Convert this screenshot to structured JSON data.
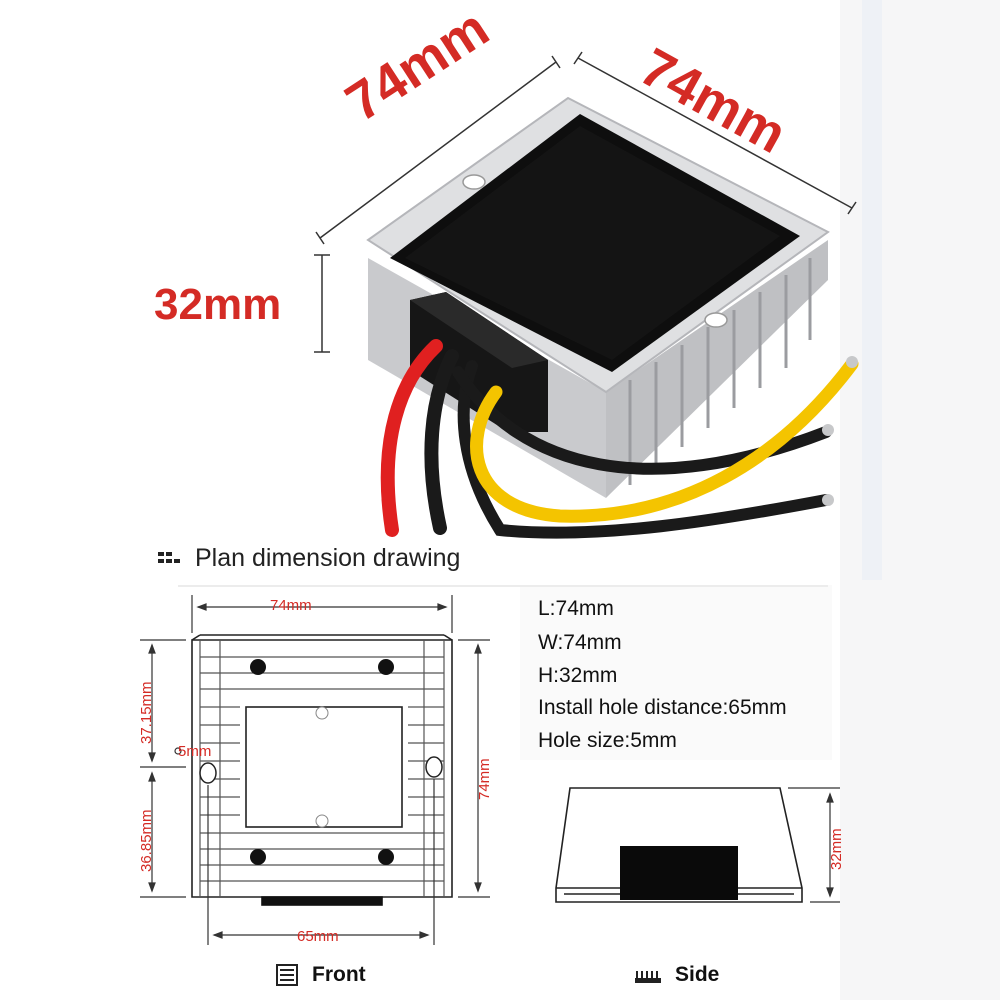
{
  "product_photo": {
    "length_label": "74mm",
    "width_label": "74mm",
    "height_label": "32mm",
    "wire_colors": [
      "#e02020",
      "#1a1a1a",
      "#1a1a1a",
      "#f4c400"
    ]
  },
  "plan": {
    "title": "Plan dimension drawing",
    "title_icon": "grid-icon"
  },
  "specs": {
    "length": "L:74mm",
    "width": "W:74mm",
    "height": "H:32mm",
    "install_hole": "Install hole distance:65mm",
    "hole_size": "Hole size:5mm"
  },
  "front_drawing": {
    "top_width": "74mm",
    "right_height": "74mm",
    "upper_offset": "37.15mm",
    "lower_offset": "36.85mm",
    "hole": "5mm",
    "hole_distance": "65mm",
    "caption": "Front",
    "caption_icon": "front-view-icon"
  },
  "side_drawing": {
    "height": "32mm",
    "caption": "Side",
    "caption_icon": "side-view-icon"
  },
  "colors": {
    "accent_red": "#d42b25",
    "housing_silver": "#d9dadc",
    "body_black": "#0e0e0e"
  }
}
